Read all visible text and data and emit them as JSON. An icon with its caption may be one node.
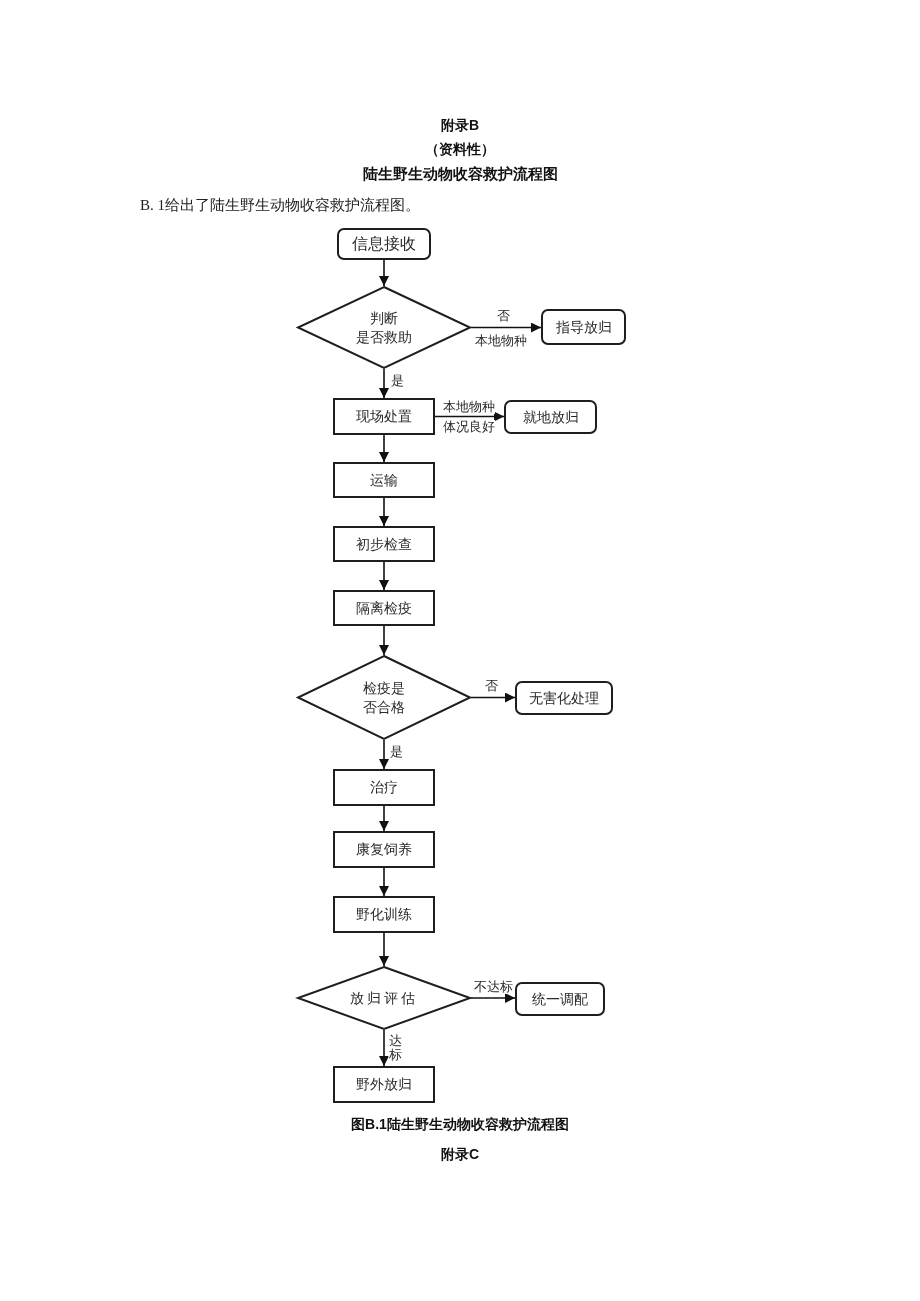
{
  "diagram": {
    "title": "陆生野生动物收容救护流程图",
    "caption": "图B.1陆生野生动物收容救护流程图",
    "nodes": [
      {
        "text": [
          "信息接收"
        ]
      },
      {
        "text": [
          "判断",
          "是否救助"
        ]
      },
      {
        "text": [
          "指导放归"
        ]
      },
      {
        "text": [
          "现场处置"
        ]
      },
      {
        "text": [
          "就地放归"
        ]
      },
      {
        "text": [
          "运输"
        ]
      },
      {
        "text": [
          "初步检查"
        ]
      },
      {
        "text": [
          "隔离检疫"
        ]
      },
      {
        "text": [
          "检疫是否合格"
        ]
      },
      {
        "text": [
          "无害化处理"
        ]
      },
      {
        "text": [
          "治疗"
        ]
      },
      {
        "text": [
          "康复饲养"
        ]
      },
      {
        "text": [
          "野化训练"
        ]
      },
      {
        "text": [
          "放归评估"
        ]
      },
      {
        "text": [
          "统一调配"
        ]
      },
      {
        "text": [
          "野外放归"
        ]
      }
    ],
    "edges": [
      {
        "from": 0,
        "to": 1,
        "arrow": "to"
      },
      {
        "from": 1,
        "to": 2,
        "arrow": "to",
        "label": "否"
      },
      {
        "from": 1,
        "to": 3,
        "arrow": "to",
        "label": "是"
      },
      {
        "from": 3,
        "to": 4,
        "arrow": "to",
        "label": "本地物种"
      },
      {
        "from": 3,
        "to": 5,
        "arrow": "to"
      },
      {
        "from": 5,
        "to": 6,
        "arrow": "to"
      },
      {
        "from": 6,
        "to": 7,
        "arrow": "to"
      },
      {
        "from": 7,
        "to": 8,
        "arrow": "to"
      },
      {
        "from": 8,
        "to": 9,
        "arrow": "to",
        "label": "否"
      },
      {
        "from": 8,
        "to": 10,
        "arrow": "to",
        "label": "是"
      },
      {
        "from": 10,
        "to": 11,
        "arrow": "to"
      },
      {
        "from": 11,
        "to": 12,
        "arrow": "to"
      },
      {
        "from": 12,
        "to": 13,
        "arrow": "to"
      },
      {
        "from": 13,
        "to": 14,
        "arrow": "to",
        "label": "不达标"
      },
      {
        "from": 13,
        "to": 15,
        "arrow": "to",
        "label": "达标"
      }
    ],
    "labels": [
      "附录B",
      "（资料性）",
      "B. 1给出了陆生野生动物收容救护流程图。",
      "本地物种",
      "体况良好",
      "附录C"
    ]
  }
}
